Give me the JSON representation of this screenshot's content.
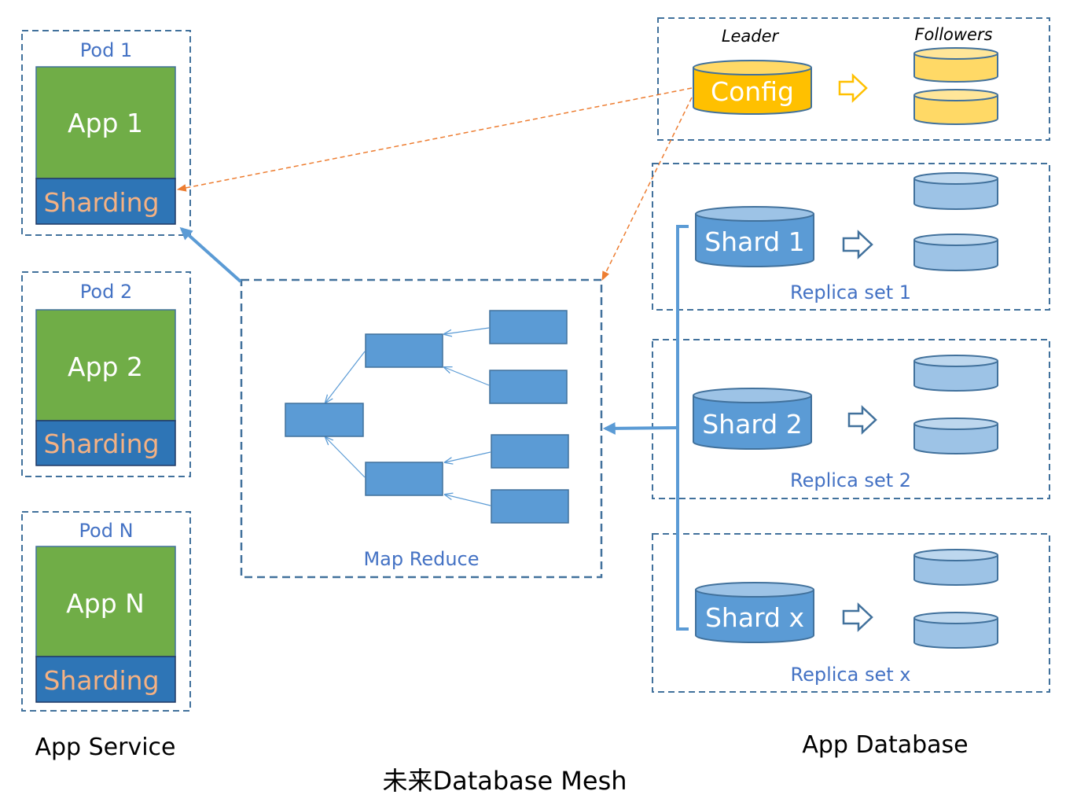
{
  "pods": [
    {
      "pod_label": "Pod 1",
      "app_label": "App 1",
      "sharding_label": "Sharding"
    },
    {
      "pod_label": "Pod 2",
      "app_label": "App 2",
      "sharding_label": "Sharding"
    },
    {
      "pod_label": "Pod N",
      "app_label": "App N",
      "sharding_label": "Sharding"
    }
  ],
  "app_service_label": "App Service",
  "map_reduce_label": "Map Reduce",
  "config": {
    "leader_label": "Leader",
    "followers_label": "Followers",
    "config_label": "Config"
  },
  "replica_sets": [
    {
      "shard_label": "Shard 1",
      "replica_label": "Replica set 1"
    },
    {
      "shard_label": "Shard 2",
      "replica_label": "Replica set 2"
    },
    {
      "shard_label": "Shard x",
      "replica_label": "Replica set x"
    }
  ],
  "app_database_label": "App Database",
  "caption": "未来Database Mesh",
  "colors": {
    "app_green": "#70ad47",
    "sharding_blue": "#2e75b6",
    "sharding_text": "#f4b183",
    "box_blue": "#5b9bd5",
    "config_gold": "#ffc000",
    "follower_yellow": "#ffd966",
    "replica_blue": "#9dc3e6",
    "frame_dash": "#41719c",
    "orange_line": "#ed7d31"
  }
}
